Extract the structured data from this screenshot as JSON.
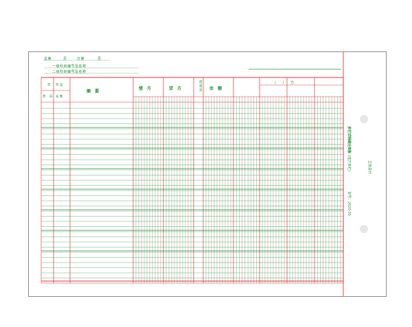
{
  "header": {
    "line1_prefix": "总第",
    "line1_unit1": "页",
    "line1_mid": "分第",
    "line1_unit2": "页",
    "line2": "一级科目编号及名称",
    "line3": "二级科目编号及名称"
  },
  "columns": {
    "year": "年",
    "month": "月",
    "day": "日",
    "voucher": "凭 证",
    "voucher_no": "号 数",
    "summary": "摘 要",
    "debit": "借 方",
    "credit": "贷 方",
    "dir": "借或贷",
    "balance": "余 额",
    "section": "( ) 方"
  },
  "sidebar": {
    "title": "多栏式明细分类账",
    "subtitle": "(借方多栏)",
    "code": "货号：2020-35",
    "brand": "立信会计"
  },
  "colors": {
    "green": "#1f8f3a",
    "red": "#e0303a",
    "border": "#8a8a8a",
    "hole": "#e6e6e6"
  }
}
